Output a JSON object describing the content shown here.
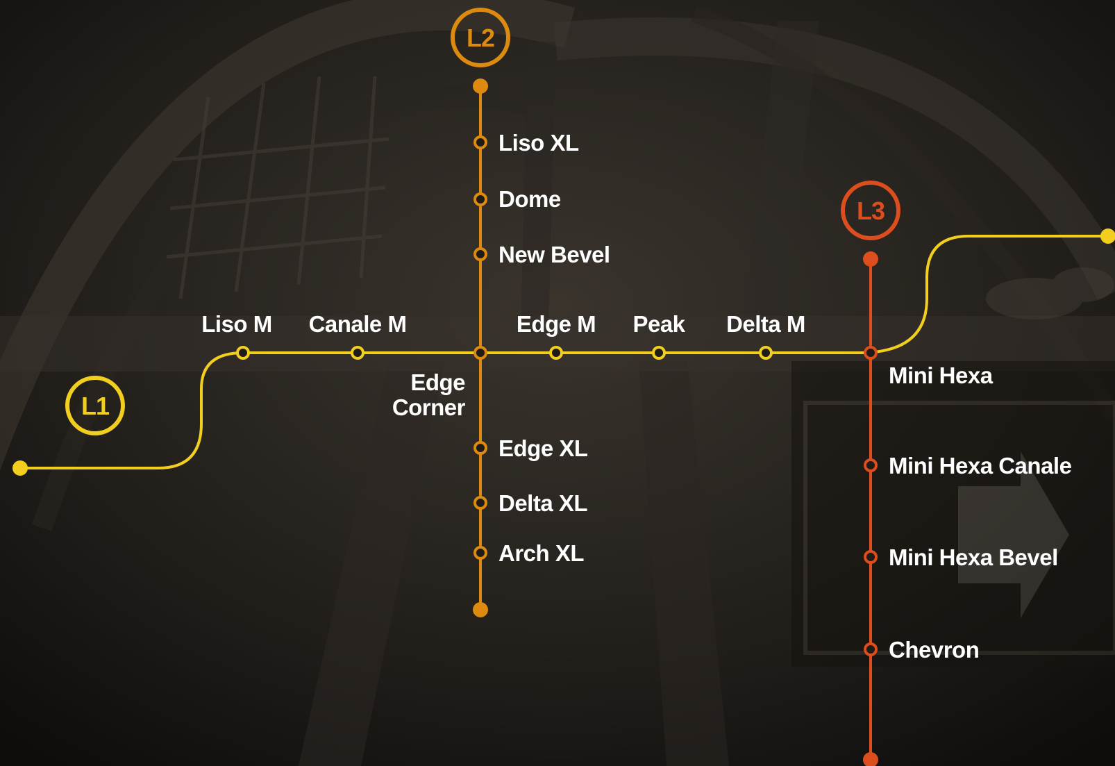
{
  "colors": {
    "L1": "#f2cf1f",
    "L2": "#dd8a10",
    "L3": "#dd4e1e",
    "label": "#ffffff",
    "background": "#1a1816"
  },
  "lines": {
    "L1": {
      "badge": "L1",
      "stations": {
        "liso_m": "Liso M",
        "canale_m": "Canale M",
        "edge_m": "Edge M",
        "peak": "Peak",
        "delta_m": "Delta M"
      }
    },
    "L2": {
      "badge": "L2",
      "stations": {
        "liso_xl": "Liso XL",
        "dome": "Dome",
        "new_bevel": "New Bevel",
        "edge_corner_1": "Edge",
        "edge_corner_2": "Corner",
        "edge_xl": "Edge XL",
        "delta_xl": "Delta XL",
        "arch_xl": "Arch XL"
      }
    },
    "L3": {
      "badge": "L3",
      "stations": {
        "mini_hexa": "Mini Hexa",
        "mini_hexa_canale": "Mini Hexa Canale",
        "mini_hexa_bevel": "Mini Hexa Bevel",
        "chevron": "Chevron"
      }
    }
  }
}
